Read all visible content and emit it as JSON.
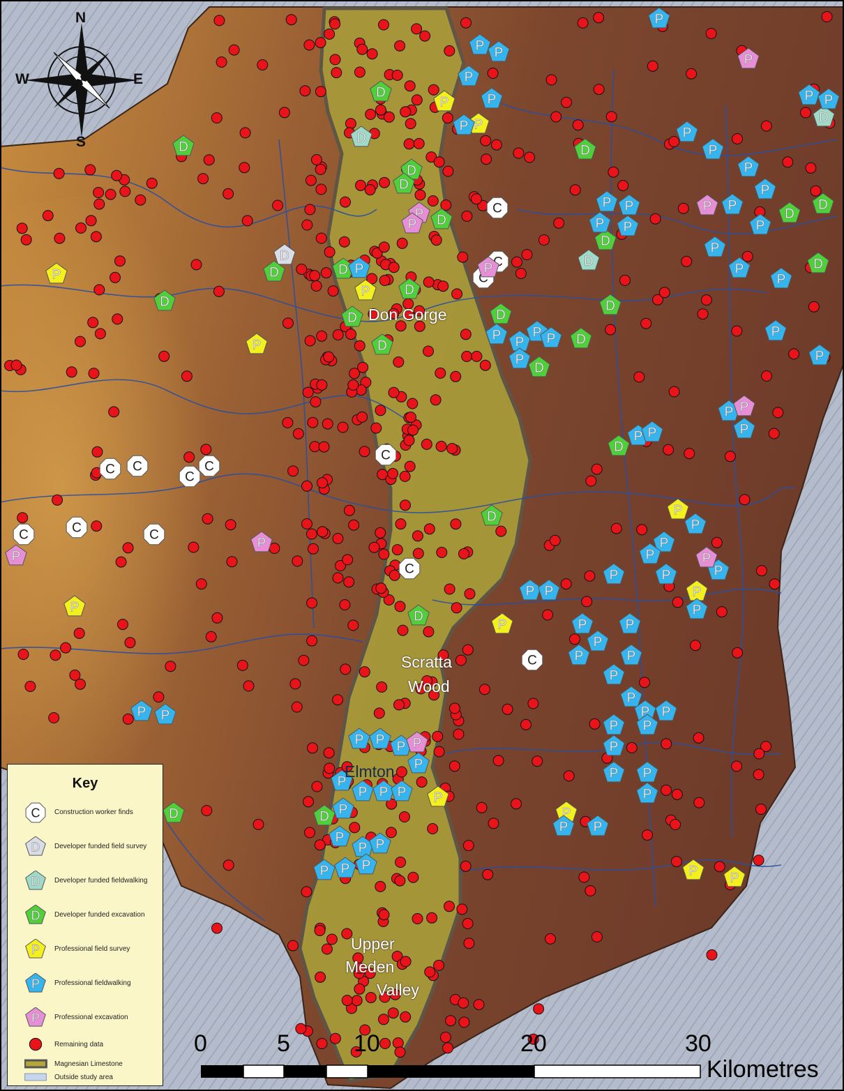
{
  "compass": {
    "n": "N",
    "s": "S",
    "e": "E",
    "w": "W"
  },
  "place_labels": [
    "Don Gorge",
    "Scratta",
    "Wood",
    "Elmton",
    "Upper",
    "Meden",
    "Valley"
  ],
  "key": {
    "title": "Key",
    "items": [
      {
        "label": "Construction worker finds",
        "symbol": "C",
        "shape": "octagon",
        "color": "#ffffff"
      },
      {
        "label": "Developer funded field survey",
        "symbol": "D",
        "shape": "pentagon",
        "color": "#d9dde8"
      },
      {
        "label": "Developer funded fieldwalking",
        "symbol": "D",
        "shape": "pentagon",
        "color": "#9fd9c8"
      },
      {
        "label": "Developer funded excavation",
        "symbol": "D",
        "shape": "pentagon",
        "color": "#4fcf3a"
      },
      {
        "label": "Professional field survey",
        "symbol": "P",
        "shape": "pentagon",
        "color": "#f4f01e"
      },
      {
        "label": "Professional fieldwalking",
        "symbol": "P",
        "shape": "pentagon",
        "color": "#35b4ee"
      },
      {
        "label": "Professional excavation",
        "symbol": "P",
        "shape": "pentagon",
        "color": "#e68fd6"
      },
      {
        "label": "Remaining data",
        "shape": "circle",
        "color": "#e8141a"
      },
      {
        "label": "Magnesian Limestone",
        "shape": "rect",
        "color": "#b5a63a"
      },
      {
        "label": "Outside study area",
        "shape": "rect",
        "color": "#c7d6ee"
      }
    ]
  },
  "scale_bar": {
    "ticks": [
      "0",
      "5",
      "10",
      "20",
      "30"
    ],
    "tick_values": [
      0,
      5,
      10,
      20,
      30
    ],
    "unit": "Kilometres"
  },
  "colors": {
    "study_area": "#8a4e30",
    "outside_area": "#b4bccb",
    "limestone": "#a89a3a",
    "rivers": "#2b4f9e",
    "remaining_data": "#e8141a"
  }
}
